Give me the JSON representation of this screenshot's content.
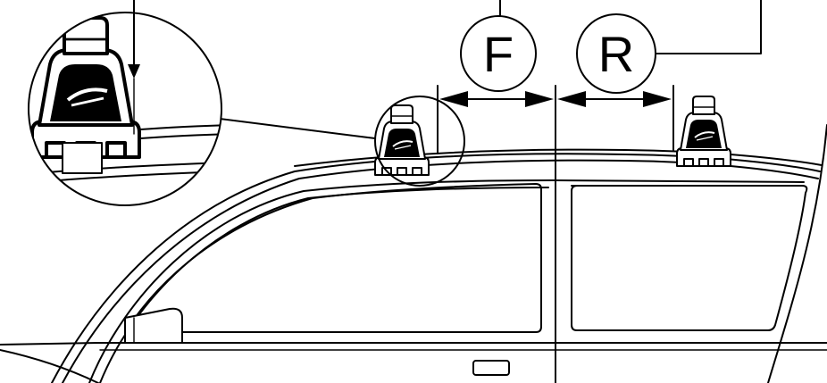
{
  "labels": {
    "front": "F",
    "rear": "R"
  },
  "colors": {
    "line": "#000000",
    "background": "#ffffff"
  },
  "icons": {
    "roof_foot": "roof-rack-foot-icon",
    "brand_mark": "brand-logo"
  }
}
